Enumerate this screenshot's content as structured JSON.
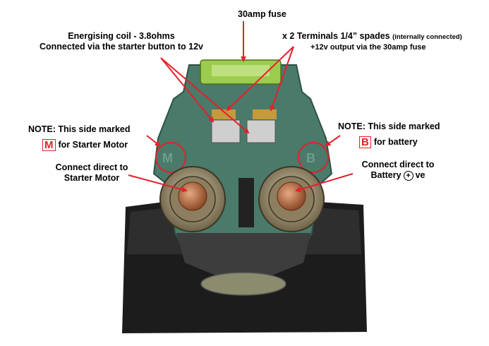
{
  "labels": {
    "fuse": "30amp fuse",
    "coil_line1": "Energising coil - 3.8ohms",
    "coil_line2": "Connected via the starter button to 12v",
    "terminals_main": "x 2 Terminals 1/4” spades",
    "terminals_note": "(internally connected)",
    "terminals_line2": "+12v output via the 30amp fuse",
    "note_left": "NOTE: This side marked",
    "note_left_letter": "M",
    "note_left_suffix": "for Starter Motor",
    "note_right": "NOTE: This side marked",
    "note_right_letter": "B",
    "note_right_suffix": "for battery",
    "connect_left_line1": "Connect direct to",
    "connect_left_line2": "Starter Motor",
    "connect_right_line1": "Connect direct to",
    "connect_right_battery": "Battery",
    "connect_right_plus": "+",
    "connect_right_ve": "ve",
    "body_mark_left": "M",
    "body_mark_right": "B"
  },
  "colors": {
    "arrow": "#e5202a",
    "housing": "#4a7a6a",
    "fuse": "#9ccc4e",
    "rubber": "#1c1c1c",
    "copper": "#b86b3f",
    "nut": "#a89a7a"
  }
}
